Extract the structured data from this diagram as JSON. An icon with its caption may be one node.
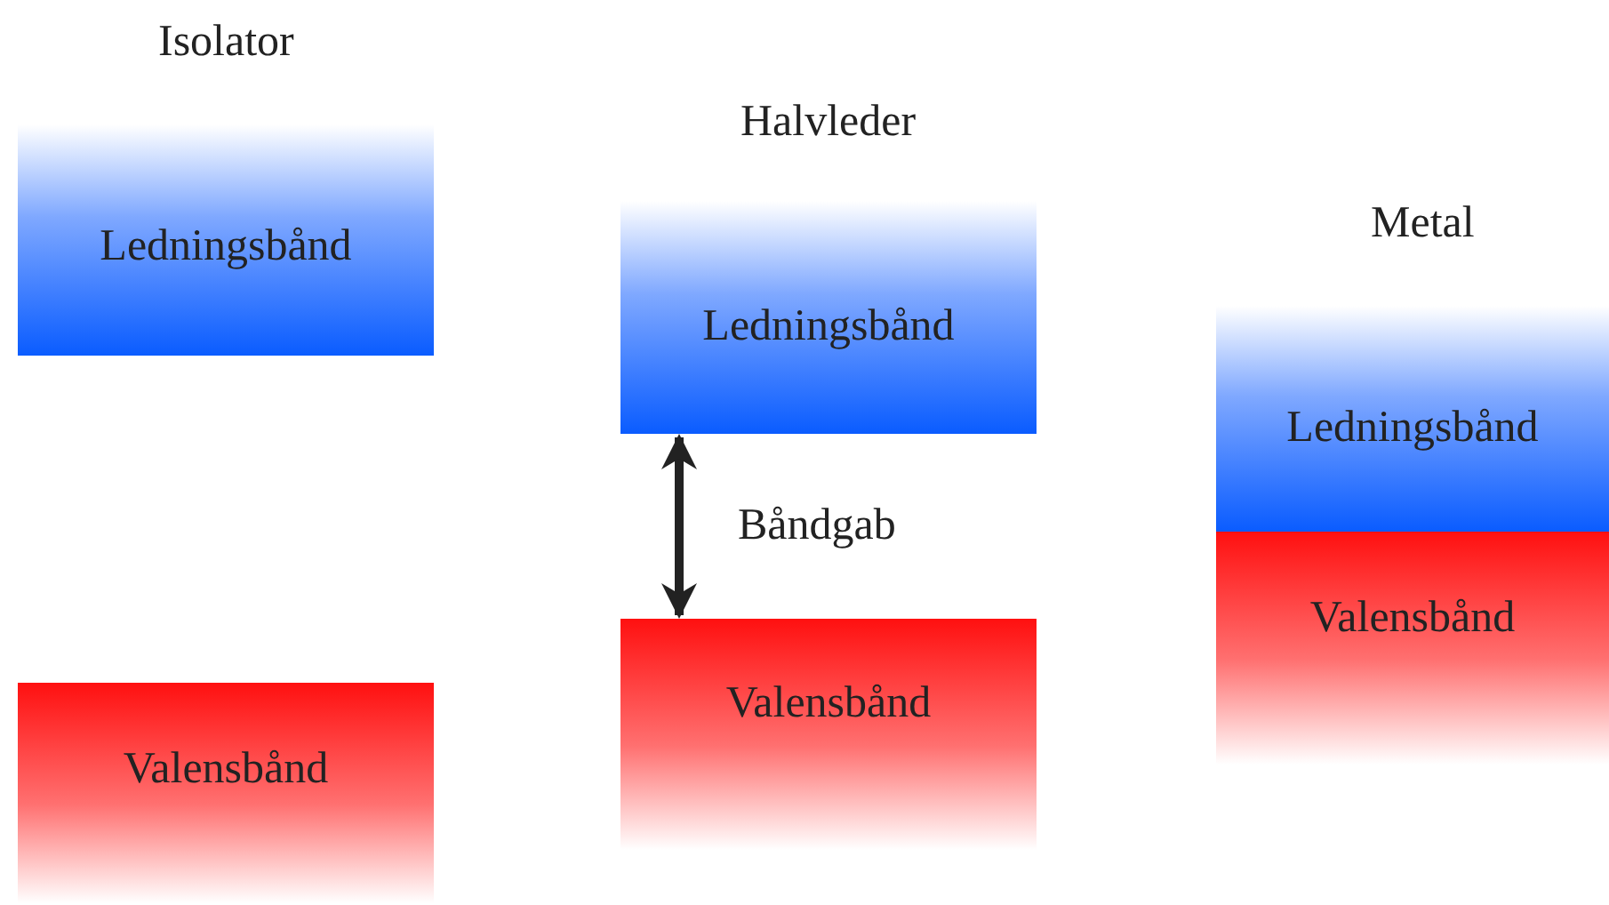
{
  "diagram": {
    "nodes": [
      {
        "text": [
          "Ledningsbånd"
        ]
      },
      {
        "text": [
          "Valensbånd"
        ]
      },
      {
        "text": [
          "Ledningsbånd"
        ]
      },
      {
        "text": [
          "Valensbånd"
        ]
      },
      {
        "text": [
          "Ledningsbånd"
        ]
      },
      {
        "text": [
          "Valensbånd"
        ]
      }
    ],
    "edges": [
      {
        "from": 2,
        "to": 3,
        "arrow": "both",
        "label": "Båndgab"
      }
    ],
    "labels": [
      "Isolator",
      "Halvleder",
      "Metal"
    ]
  }
}
